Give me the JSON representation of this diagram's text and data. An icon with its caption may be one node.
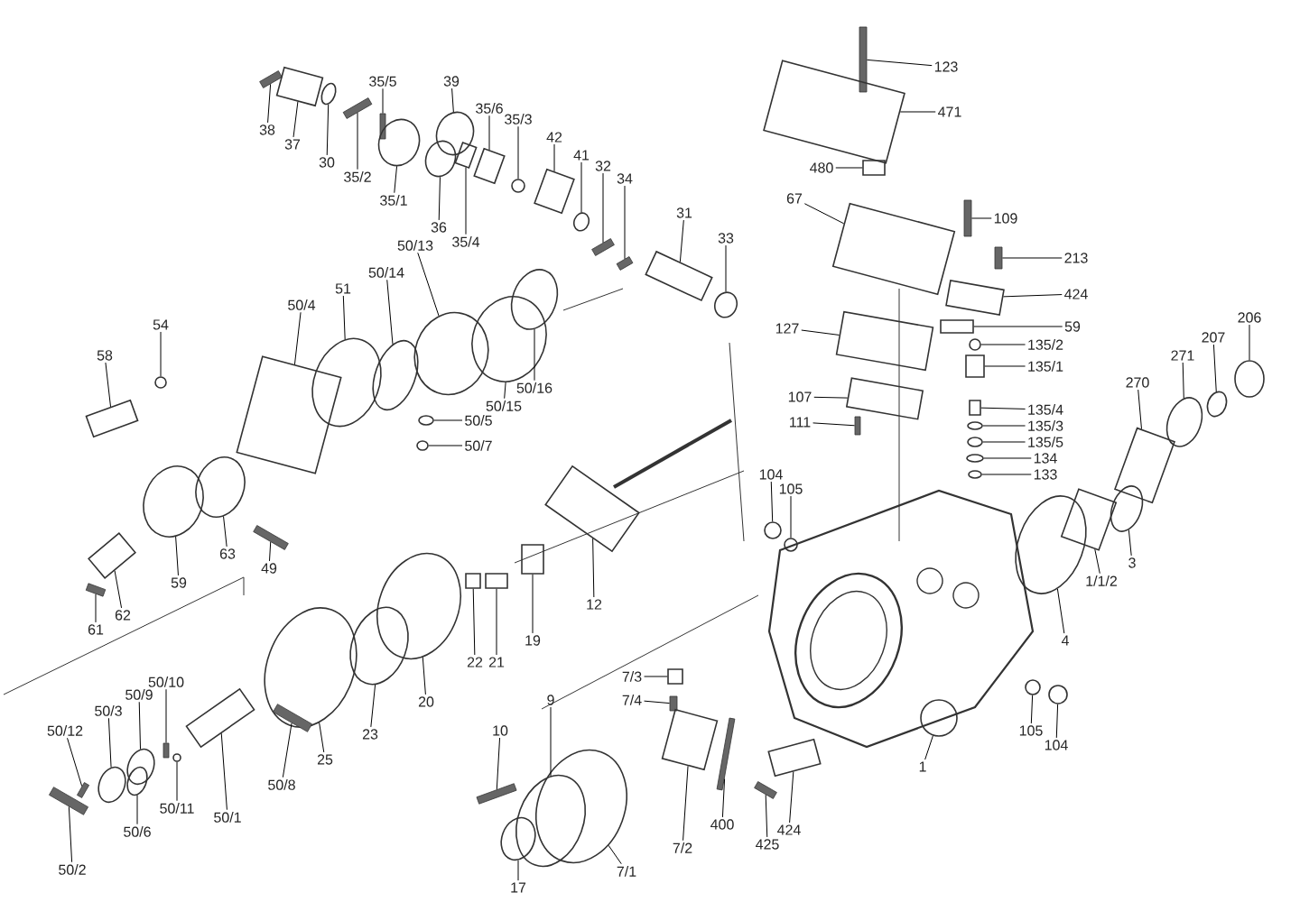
{
  "diagram": {
    "nodes": [
      {
        "text": [
          "35/5"
        ]
      },
      {
        "text": [
          "38"
        ]
      },
      {
        "text": [
          "37"
        ]
      },
      {
        "text": [
          "30"
        ]
      },
      {
        "text": [
          "35/2"
        ]
      },
      {
        "text": [
          "35/1"
        ]
      },
      {
        "text": [
          "39"
        ]
      },
      {
        "text": [
          "36"
        ]
      },
      {
        "text": [
          "35/4"
        ]
      },
      {
        "text": [
          "35/6"
        ]
      },
      {
        "text": [
          "35/3"
        ]
      },
      {
        "text": [
          "42"
        ]
      },
      {
        "text": [
          "41"
        ]
      },
      {
        "text": [
          "32"
        ]
      },
      {
        "text": [
          "34"
        ]
      },
      {
        "text": [
          "31"
        ]
      },
      {
        "text": [
          "33"
        ]
      },
      {
        "text": [
          "123"
        ]
      },
      {
        "text": [
          "471"
        ]
      },
      {
        "text": [
          "480"
        ]
      },
      {
        "text": [
          "67"
        ]
      },
      {
        "text": [
          "109"
        ]
      },
      {
        "text": [
          "213"
        ]
      },
      {
        "text": [
          "424"
        ]
      },
      {
        "text": [
          "59"
        ]
      },
      {
        "text": [
          "135/2"
        ]
      },
      {
        "text": [
          "135/1"
        ]
      },
      {
        "text": [
          "127"
        ]
      },
      {
        "text": [
          "107"
        ]
      },
      {
        "text": [
          "111"
        ]
      },
      {
        "text": [
          "135/4"
        ]
      },
      {
        "text": [
          "135/3"
        ]
      },
      {
        "text": [
          "135/5"
        ]
      },
      {
        "text": [
          "134"
        ]
      },
      {
        "text": [
          "133"
        ]
      },
      {
        "text": [
          "50/13"
        ]
      },
      {
        "text": [
          "50/14"
        ]
      },
      {
        "text": [
          "51"
        ]
      },
      {
        "text": [
          "50/4"
        ]
      },
      {
        "text": [
          "54"
        ]
      },
      {
        "text": [
          "58"
        ]
      },
      {
        "text": [
          "50/16"
        ]
      },
      {
        "text": [
          "50/15"
        ]
      },
      {
        "text": [
          "50/5"
        ]
      },
      {
        "text": [
          "50/7"
        ]
      },
      {
        "text": [
          "206"
        ]
      },
      {
        "text": [
          "207"
        ]
      },
      {
        "text": [
          "271"
        ]
      },
      {
        "text": [
          "270"
        ]
      },
      {
        "text": [
          "104"
        ]
      },
      {
        "text": [
          "105"
        ]
      },
      {
        "text": [
          "63"
        ]
      },
      {
        "text": [
          "49"
        ]
      },
      {
        "text": [
          "59"
        ]
      },
      {
        "text": [
          "1/1/2"
        ]
      },
      {
        "text": [
          "3"
        ]
      },
      {
        "text": [
          "12"
        ]
      },
      {
        "text": [
          "62"
        ]
      },
      {
        "text": [
          "61"
        ]
      },
      {
        "text": [
          "4"
        ]
      },
      {
        "text": [
          "19"
        ]
      },
      {
        "text": [
          "21"
        ]
      },
      {
        "text": [
          "22"
        ]
      },
      {
        "text": [
          "7/3"
        ]
      },
      {
        "text": [
          "50/10"
        ]
      },
      {
        "text": [
          "50/9"
        ]
      },
      {
        "text": [
          "7/4"
        ]
      },
      {
        "text": [
          "20"
        ]
      },
      {
        "text": [
          "9"
        ]
      },
      {
        "text": [
          "50/3"
        ]
      },
      {
        "text": [
          "50/12"
        ]
      },
      {
        "text": [
          "10"
        ]
      },
      {
        "text": [
          "105"
        ]
      },
      {
        "text": [
          "23"
        ]
      },
      {
        "text": [
          "104"
        ]
      },
      {
        "text": [
          "25"
        ]
      },
      {
        "text": [
          "1"
        ]
      },
      {
        "text": [
          "50/8"
        ]
      },
      {
        "text": [
          "50/11"
        ]
      },
      {
        "text": [
          "50/1"
        ]
      },
      {
        "text": [
          "400"
        ]
      },
      {
        "text": [
          "424"
        ]
      },
      {
        "text": [
          "50/6"
        ]
      },
      {
        "text": [
          "425"
        ]
      },
      {
        "text": [
          "7/2"
        ]
      },
      {
        "text": [
          "50/2"
        ]
      },
      {
        "text": [
          "7/1"
        ]
      },
      {
        "text": [
          "17"
        ]
      },
      {
        "text": [],
        "shape": "bar"
      },
      {
        "text": [],
        "shape": "bar"
      },
      {
        "text": [],
        "shape": "box"
      },
      {
        "text": [],
        "shape": "circle"
      },
      {
        "text": [],
        "shape": "bar"
      },
      {
        "text": [],
        "shape": "circle"
      },
      {
        "text": [],
        "shape": "circle"
      },
      {
        "text": [],
        "shape": "circle"
      },
      {
        "text": [],
        "shape": "box"
      },
      {
        "text": [],
        "shape": "box"
      },
      {
        "text": [],
        "shape": "circle"
      },
      {
        "text": [],
        "shape": "box"
      },
      {
        "text": [],
        "shape": "circle"
      },
      {
        "text": [],
        "shape": "bar"
      },
      {
        "text": [],
        "shape": "bar"
      },
      {
        "text": [],
        "shape": "box"
      },
      {
        "text": [],
        "shape": "circle"
      },
      {
        "text": [],
        "shape": "bar"
      },
      {
        "text": [],
        "shape": "box"
      },
      {
        "text": [],
        "shape": "box"
      },
      {
        "text": [],
        "shape": "box"
      },
      {
        "text": [],
        "shape": "bar"
      },
      {
        "text": [],
        "shape": "bar"
      },
      {
        "text": [],
        "shape": "box"
      },
      {
        "text": [],
        "shape": "box"
      },
      {
        "text": [],
        "shape": "circle"
      },
      {
        "text": [],
        "shape": "box"
      },
      {
        "text": [],
        "shape": "box"
      },
      {
        "text": [],
        "shape": "box"
      },
      {
        "text": [],
        "shape": "bar"
      },
      {
        "text": [],
        "shape": "box"
      },
      {
        "text": [],
        "shape": "circle"
      },
      {
        "text": [],
        "shape": "circle"
      },
      {
        "text": [],
        "shape": "circle"
      },
      {
        "text": [],
        "shape": "circle"
      },
      {
        "text": [],
        "shape": "circle"
      },
      {
        "text": [],
        "shape": "circle"
      },
      {
        "text": [],
        "shape": "circle"
      },
      {
        "text": [],
        "shape": "box"
      },
      {
        "text": [],
        "shape": "circle"
      },
      {
        "text": [],
        "shape": "box"
      },
      {
        "text": [],
        "shape": "circle"
      },
      {
        "text": [],
        "shape": "circle"
      },
      {
        "text": [],
        "shape": "circle"
      },
      {
        "text": [],
        "shape": "circle"
      },
      {
        "text": [],
        "shape": "circle"
      },
      {
        "text": [],
        "shape": "circle"
      },
      {
        "text": [],
        "shape": "circle"
      },
      {
        "text": [],
        "shape": "box"
      },
      {
        "text": [],
        "shape": "circle"
      },
      {
        "text": [],
        "shape": "circle"
      },
      {
        "text": [],
        "shape": "circle"
      },
      {
        "text": [],
        "shape": "bar"
      },
      {
        "text": [],
        "shape": "circle"
      },
      {
        "text": [],
        "shape": "box"
      },
      {
        "text": [],
        "shape": "circle"
      },
      {
        "text": [],
        "shape": "box"
      },
      {
        "text": [],
        "shape": "box"
      },
      {
        "text": [],
        "shape": "bar"
      },
      {
        "text": [],
        "shape": "circle"
      },
      {
        "text": [],
        "shape": "box"
      },
      {
        "text": [],
        "shape": "box"
      },
      {
        "text": [],
        "shape": "box"
      },
      {
        "text": [],
        "shape": "box"
      },
      {
        "text": [],
        "shape": "bar"
      },
      {
        "text": [],
        "shape": "circle"
      },
      {
        "text": [],
        "shape": "bar"
      },
      {
        "text": [],
        "shape": "circle"
      },
      {
        "text": [],
        "shape": "circle"
      },
      {
        "text": [],
        "shape": "circle"
      },
      {
        "text": [],
        "shape": "bar"
      },
      {
        "text": [],
        "shape": "bar"
      },
      {
        "text": [],
        "shape": "circle"
      },
      {
        "text": [],
        "shape": "circle"
      },
      {
        "text": [],
        "shape": "circle"
      },
      {
        "text": [],
        "shape": "circle"
      },
      {
        "text": [],
        "shape": "circle"
      },
      {
        "text": [],
        "shape": "bar"
      },
      {
        "text": [],
        "shape": "circle"
      },
      {
        "text": [],
        "shape": "box"
      },
      {
        "text": [],
        "shape": "bar"
      },
      {
        "text": [],
        "shape": "box"
      },
      {
        "text": [],
        "shape": "circle"
      },
      {
        "text": [],
        "shape": "bar"
      },
      {
        "text": [],
        "shape": "box"
      },
      {
        "text": [],
        "shape": "bar"
      },
      {
        "text": [],
        "shape": "circle"
      },
      {
        "text": [],
        "shape": "circle"
      }
    ],
    "edges": [
      {
        "from": 0,
        "to": 88,
        "arrow": "none"
      },
      {
        "from": 1,
        "to": 89,
        "arrow": "none"
      },
      {
        "from": 2,
        "to": 90,
        "arrow": "none"
      },
      {
        "from": 3,
        "to": 91,
        "arrow": "none"
      },
      {
        "from": 4,
        "to": 92,
        "arrow": "none"
      },
      {
        "from": 5,
        "to": 93,
        "arrow": "none"
      },
      {
        "from": 6,
        "to": 94,
        "arrow": "none"
      },
      {
        "from": 7,
        "to": 95,
        "arrow": "none"
      },
      {
        "from": 8,
        "to": 96,
        "arrow": "none"
      },
      {
        "from": 9,
        "to": 97,
        "arrow": "none"
      },
      {
        "from": 10,
        "to": 98,
        "arrow": "none"
      },
      {
        "from": 11,
        "to": 99,
        "arrow": "none"
      },
      {
        "from": 12,
        "to": 100,
        "arrow": "none"
      },
      {
        "from": 13,
        "to": 101,
        "arrow": "none"
      },
      {
        "from": 14,
        "to": 102,
        "arrow": "none"
      },
      {
        "from": 15,
        "to": 103,
        "arrow": "none"
      },
      {
        "from": 16,
        "to": 104,
        "arrow": "none"
      },
      {
        "from": 17,
        "to": 105,
        "arrow": "none"
      },
      {
        "from": 18,
        "to": 106,
        "arrow": "none"
      },
      {
        "from": 19,
        "to": 107,
        "arrow": "none"
      },
      {
        "from": 20,
        "to": 108,
        "arrow": "none"
      },
      {
        "from": 21,
        "to": 109,
        "arrow": "none"
      },
      {
        "from": 22,
        "to": 110,
        "arrow": "none"
      },
      {
        "from": 23,
        "to": 111,
        "arrow": "none"
      },
      {
        "from": 24,
        "to": 112,
        "arrow": "none"
      },
      {
        "from": 25,
        "to": 113,
        "arrow": "none"
      },
      {
        "from": 26,
        "to": 114,
        "arrow": "none"
      },
      {
        "from": 27,
        "to": 115,
        "arrow": "none"
      },
      {
        "from": 28,
        "to": 116,
        "arrow": "none"
      },
      {
        "from": 29,
        "to": 117,
        "arrow": "none"
      },
      {
        "from": 30,
        "to": 118,
        "arrow": "none"
      },
      {
        "from": 31,
        "to": 119,
        "arrow": "none"
      },
      {
        "from": 32,
        "to": 120,
        "arrow": "none"
      },
      {
        "from": 33,
        "to": 121,
        "arrow": "none"
      },
      {
        "from": 34,
        "to": 122,
        "arrow": "none"
      },
      {
        "from": 35,
        "to": 123,
        "arrow": "none"
      },
      {
        "from": 36,
        "to": 124,
        "arrow": "none"
      },
      {
        "from": 37,
        "to": 125,
        "arrow": "none"
      },
      {
        "from": 38,
        "to": 126,
        "arrow": "none"
      },
      {
        "from": 39,
        "to": 127,
        "arrow": "none"
      },
      {
        "from": 40,
        "to": 128,
        "arrow": "none"
      },
      {
        "from": 41,
        "to": 129,
        "arrow": "none"
      },
      {
        "from": 42,
        "to": 130,
        "arrow": "none"
      },
      {
        "from": 43,
        "to": 131,
        "arrow": "none"
      },
      {
        "from": 44,
        "to": 132,
        "arrow": "none"
      },
      {
        "from": 45,
        "to": 133,
        "arrow": "none"
      },
      {
        "from": 46,
        "to": 134,
        "arrow": "none"
      },
      {
        "from": 47,
        "to": 135,
        "arrow": "none"
      },
      {
        "from": 48,
        "to": 136,
        "arrow": "none"
      },
      {
        "from": 49,
        "to": 137,
        "arrow": "none"
      },
      {
        "from": 50,
        "to": 138,
        "arrow": "none"
      },
      {
        "from": 51,
        "to": 139,
        "arrow": "none"
      },
      {
        "from": 52,
        "to": 140,
        "arrow": "none"
      },
      {
        "from": 53,
        "to": 141,
        "arrow": "none"
      },
      {
        "from": 54,
        "to": 142,
        "arrow": "none"
      },
      {
        "from": 55,
        "to": 143,
        "arrow": "none"
      },
      {
        "from": 56,
        "to": 144,
        "arrow": "none"
      },
      {
        "from": 57,
        "to": 145,
        "arrow": "none"
      },
      {
        "from": 58,
        "to": 146,
        "arrow": "none"
      },
      {
        "from": 59,
        "to": 147,
        "arrow": "none"
      },
      {
        "from": 60,
        "to": 148,
        "arrow": "none"
      },
      {
        "from": 61,
        "to": 149,
        "arrow": "none"
      },
      {
        "from": 62,
        "to": 150,
        "arrow": "none"
      },
      {
        "from": 63,
        "to": 151,
        "arrow": "none"
      },
      {
        "from": 64,
        "to": 152,
        "arrow": "none"
      },
      {
        "from": 65,
        "to": 153,
        "arrow": "none"
      },
      {
        "from": 66,
        "to": 154,
        "arrow": "none"
      },
      {
        "from": 67,
        "to": 155,
        "arrow": "none"
      },
      {
        "from": 68,
        "to": 156,
        "arrow": "none"
      },
      {
        "from": 69,
        "to": 157,
        "arrow": "none"
      },
      {
        "from": 70,
        "to": 158,
        "arrow": "none"
      },
      {
        "from": 71,
        "to": 159,
        "arrow": "none"
      },
      {
        "from": 72,
        "to": 160,
        "arrow": "none"
      },
      {
        "from": 73,
        "to": 161,
        "arrow": "none"
      },
      {
        "from": 74,
        "to": 162,
        "arrow": "none"
      },
      {
        "from": 75,
        "to": 163,
        "arrow": "none"
      },
      {
        "from": 76,
        "to": 164,
        "arrow": "none"
      },
      {
        "from": 77,
        "to": 165,
        "arrow": "none"
      },
      {
        "from": 78,
        "to": 166,
        "arrow": "none"
      },
      {
        "from": 79,
        "to": 167,
        "arrow": "none"
      },
      {
        "from": 80,
        "to": 168,
        "arrow": "none"
      },
      {
        "from": 81,
        "to": 169,
        "arrow": "none"
      },
      {
        "from": 82,
        "to": 170,
        "arrow": "none"
      },
      {
        "from": 83,
        "to": 171,
        "arrow": "none"
      },
      {
        "from": 84,
        "to": 172,
        "arrow": "none"
      },
      {
        "from": 85,
        "to": 173,
        "arrow": "none"
      },
      {
        "from": 86,
        "to": 174,
        "arrow": "none"
      },
      {
        "from": 87,
        "to": 175,
        "arrow": "none"
      }
    ]
  }
}
